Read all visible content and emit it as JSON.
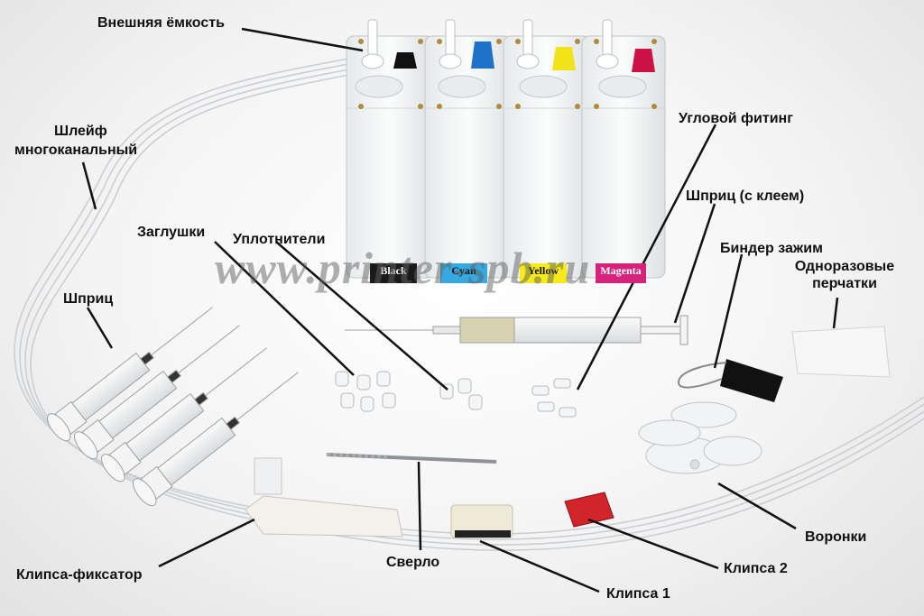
{
  "labels": {
    "external_tank": "Внешняя ёмкость",
    "ribbon_line1": "Шлейф",
    "ribbon_line2": "многоканальный",
    "angle_fitting": "Угловой фитинг",
    "syringe_glue": "Шприц (с клеем)",
    "plugs": "Заглушки",
    "seals": "Уплотнители",
    "binder_clip": "Биндер зажим",
    "gloves_line1": "Одноразовые",
    "gloves_line2": "перчатки",
    "syringe": "Шприц",
    "funnels": "Воронки",
    "drill": "Сверло",
    "clip_fixator": "Клипса-фиксатор",
    "clip2": "Клипса 2",
    "clip1": "Клипса 1"
  },
  "watermark": "www.printer-spb.ru",
  "tank_labels": [
    {
      "name": "Black",
      "color": "#1a1a1a",
      "text_color": "#ffffff"
    },
    {
      "name": "Cyan",
      "color": "#36a9e1",
      "text_color": "#111111"
    },
    {
      "name": "Yellow",
      "color": "#f6ea1c",
      "text_color": "#111111"
    },
    {
      "name": "Magenta",
      "color": "#d4237a",
      "text_color": "#ffffff"
    }
  ],
  "cap_colors": [
    "#111111",
    "#1e73c9",
    "#f2e21a",
    "#cc1144"
  ]
}
